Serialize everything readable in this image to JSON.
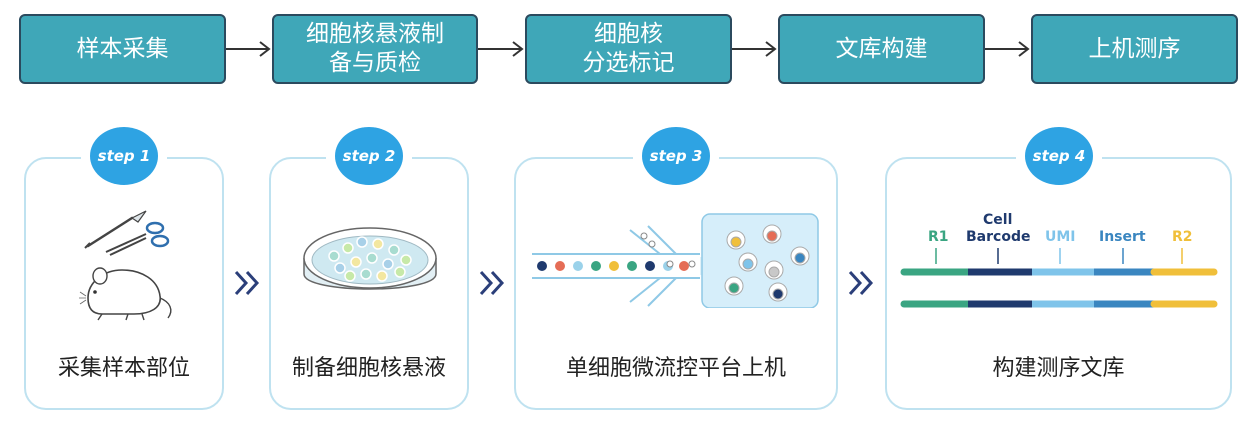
{
  "flow": [
    {
      "label": "样本采集"
    },
    {
      "label": "细胞核悬液制\n备与质检"
    },
    {
      "label": "细胞核\n分选标记"
    },
    {
      "label": "文库构建"
    },
    {
      "label": "上机测序"
    }
  ],
  "steps": [
    {
      "badge": "step 1",
      "caption": "采集样本部位"
    },
    {
      "badge": "step 2",
      "caption": "制备细胞核悬液"
    },
    {
      "badge": "step 3",
      "caption": "单细胞微流控平台上机"
    },
    {
      "badge": "step 4",
      "caption": "构建测序文库"
    }
  ],
  "library": {
    "r1": "R1",
    "cell_barcode_line1": "Cell",
    "cell_barcode_line2": "Barcode",
    "umi": "UMI",
    "insert": "Insert",
    "r2": "R2"
  },
  "colors": {
    "flow_box": "#3fa7b8",
    "flow_border": "#2b4a5e",
    "badge": "#2ea3e3",
    "card_border": "#bfe2f0",
    "chevron": "#2b3f7a",
    "r1": "#3aa582",
    "cell_barcode": "#1f3a6e",
    "umi": "#7fc4ea",
    "insert": "#3a86c0",
    "r2": "#f0bf3a"
  }
}
